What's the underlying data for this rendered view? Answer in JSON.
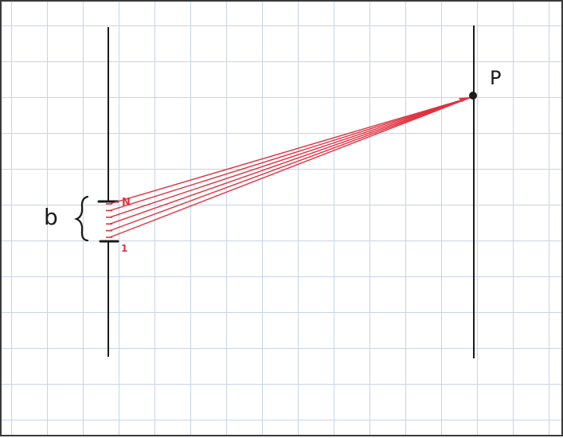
{
  "labels": {
    "point": "P",
    "width": "b",
    "top_source": "N",
    "bottom_source": "1"
  },
  "colors": {
    "ink": "#1a1a1a",
    "rays": "#e0323e",
    "grid": "#c9d3e6"
  },
  "ray_count": 6
}
